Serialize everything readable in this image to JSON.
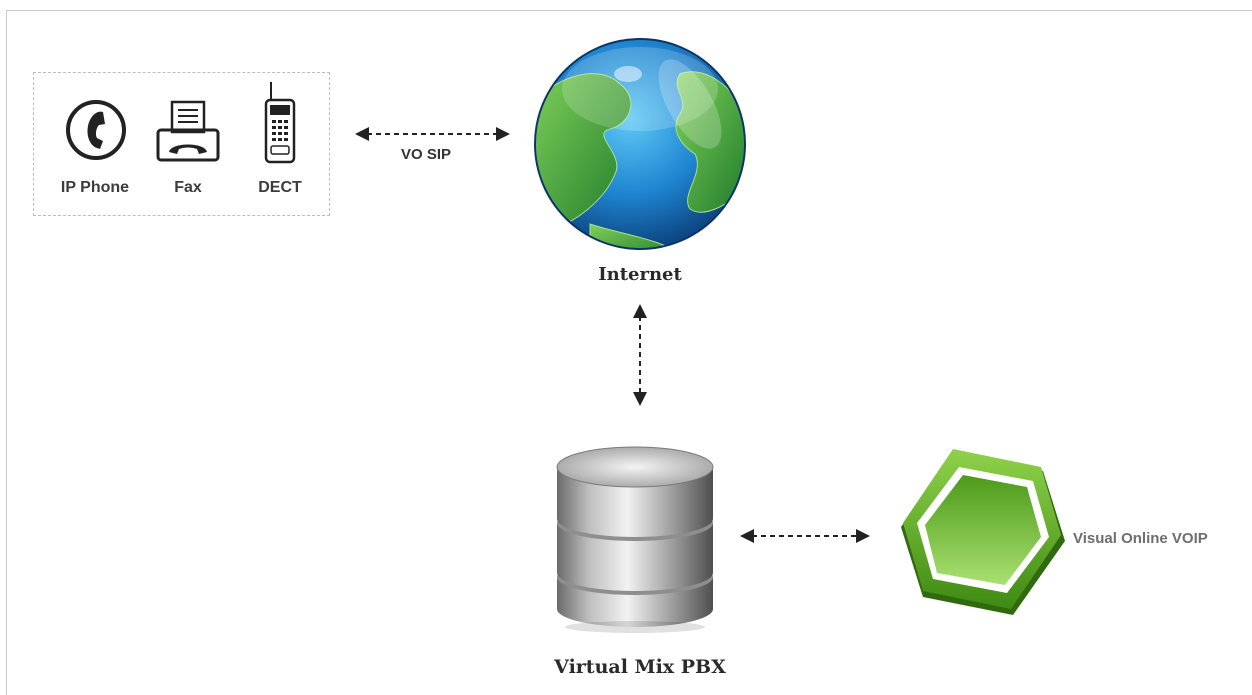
{
  "diagram": {
    "devices": [
      {
        "label": "IP Phone",
        "icon": "handset-circle-icon"
      },
      {
        "label": "Fax",
        "icon": "fax-icon"
      },
      {
        "label": "DECT",
        "icon": "dect-phone-icon"
      }
    ],
    "internet_label": "Internet",
    "link_label": "VO SIP",
    "pbx_label": "Virtual Mix PBX",
    "voip_label": "Visual Online VOIP",
    "colors": {
      "globe_ocean": "#1f86d1",
      "globe_land": "#3fa43a",
      "hexagon_green": "#66b42a",
      "server_silver": "#a9a9a9",
      "dashed_border": "#bdbdbd"
    }
  }
}
